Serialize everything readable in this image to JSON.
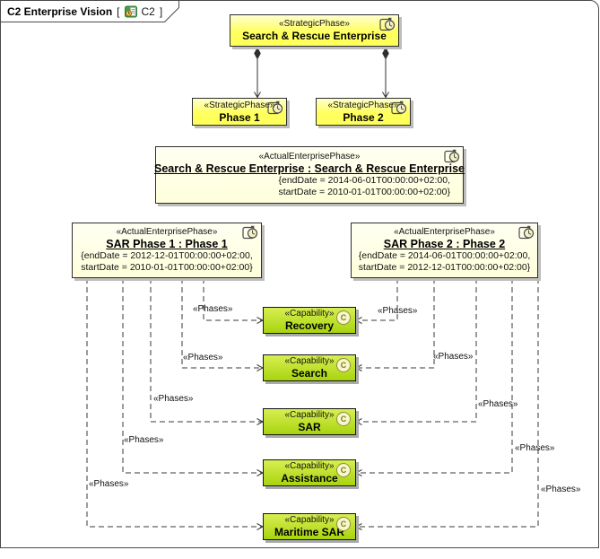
{
  "header": {
    "title": "C2 Enterprise Vision",
    "bracket_open": "[",
    "tag": "C2",
    "bracket_close": "]"
  },
  "icons": {
    "tab_icon": "diagram-icon",
    "phase_icon": "clock-icon",
    "capability_badge_icon": "circled-c-icon"
  },
  "colors": {
    "strategic_fill": "#ffff5e",
    "actual_fill": "#ffffdb",
    "capability_fill_top": "#d8ee52",
    "capability_fill_bottom": "#a8d40e",
    "frame_border": "#4a4a4a",
    "connector": "#3a3a3a"
  },
  "nodes": {
    "enterprise": {
      "stereotype": "«StrategicPhase»",
      "name": "Search & Rescue Enterprise"
    },
    "phase1": {
      "stereotype": "«StrategicPhase»",
      "name": "Phase 1"
    },
    "phase2": {
      "stereotype": "«StrategicPhase»",
      "name": "Phase 2"
    },
    "actual_enterprise": {
      "stereotype": "«ActualEnterprisePhase»",
      "name": "Search & Rescue Enterprise : Search & Rescue Enterprise",
      "constraints": [
        "{endDate = 2014-06-01T00:00:00+02:00,",
        "startDate = 2010-01-01T00:00:00+02:00}"
      ]
    },
    "sar_phase1": {
      "stereotype": "«ActualEnterprisePhase»",
      "name": "SAR Phase 1 : Phase 1",
      "constraints": [
        "{endDate = 2012-12-01T00:00:00+02:00,",
        "startDate = 2010-01-01T00:00:00+02:00}"
      ]
    },
    "sar_phase2": {
      "stereotype": "«ActualEnterprisePhase»",
      "name": "SAR Phase 2 : Phase 2",
      "constraints": [
        "{endDate = 2014-06-01T00:00:00+02:00,",
        "startDate = 2012-12-01T00:00:00+02:00}"
      ]
    },
    "capabilities": [
      {
        "stereotype": "«Capability»",
        "name": "Recovery",
        "badge": "C"
      },
      {
        "stereotype": "«Capability»",
        "name": "Search",
        "badge": "C"
      },
      {
        "stereotype": "«Capability»",
        "name": "SAR",
        "badge": "C"
      },
      {
        "stereotype": "«Capability»",
        "name": "Assistance",
        "badge": "C"
      },
      {
        "stereotype": "«Capability»",
        "name": "Maritime SAR",
        "badge": "C"
      }
    ]
  },
  "edges": {
    "phases_label": "«Phases»"
  }
}
